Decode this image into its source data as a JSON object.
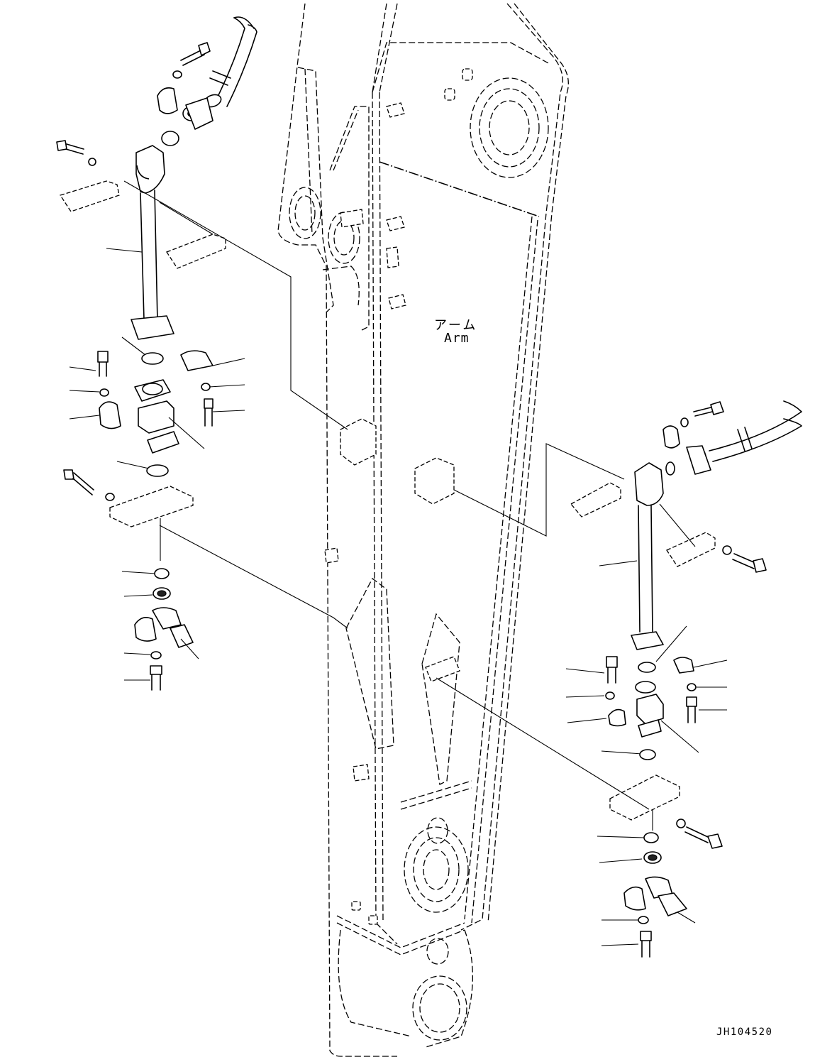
{
  "labels": {
    "arm_jp": "アーム",
    "arm_en": "Arm",
    "drawing_code": "JH104520"
  },
  "colors": {
    "line": "#000000",
    "background": "#ffffff"
  },
  "parts": {
    "left_assembly": [
      "pipe",
      "elbow-flange",
      "split-flange-halves",
      "bolts",
      "washers",
      "o-rings",
      "block",
      "clamp-plate",
      "hose"
    ],
    "right_assembly": [
      "pipe",
      "elbow-flange",
      "split-flange-halves",
      "bolts",
      "washers",
      "o-rings",
      "block",
      "clamp-plate",
      "hose"
    ]
  }
}
